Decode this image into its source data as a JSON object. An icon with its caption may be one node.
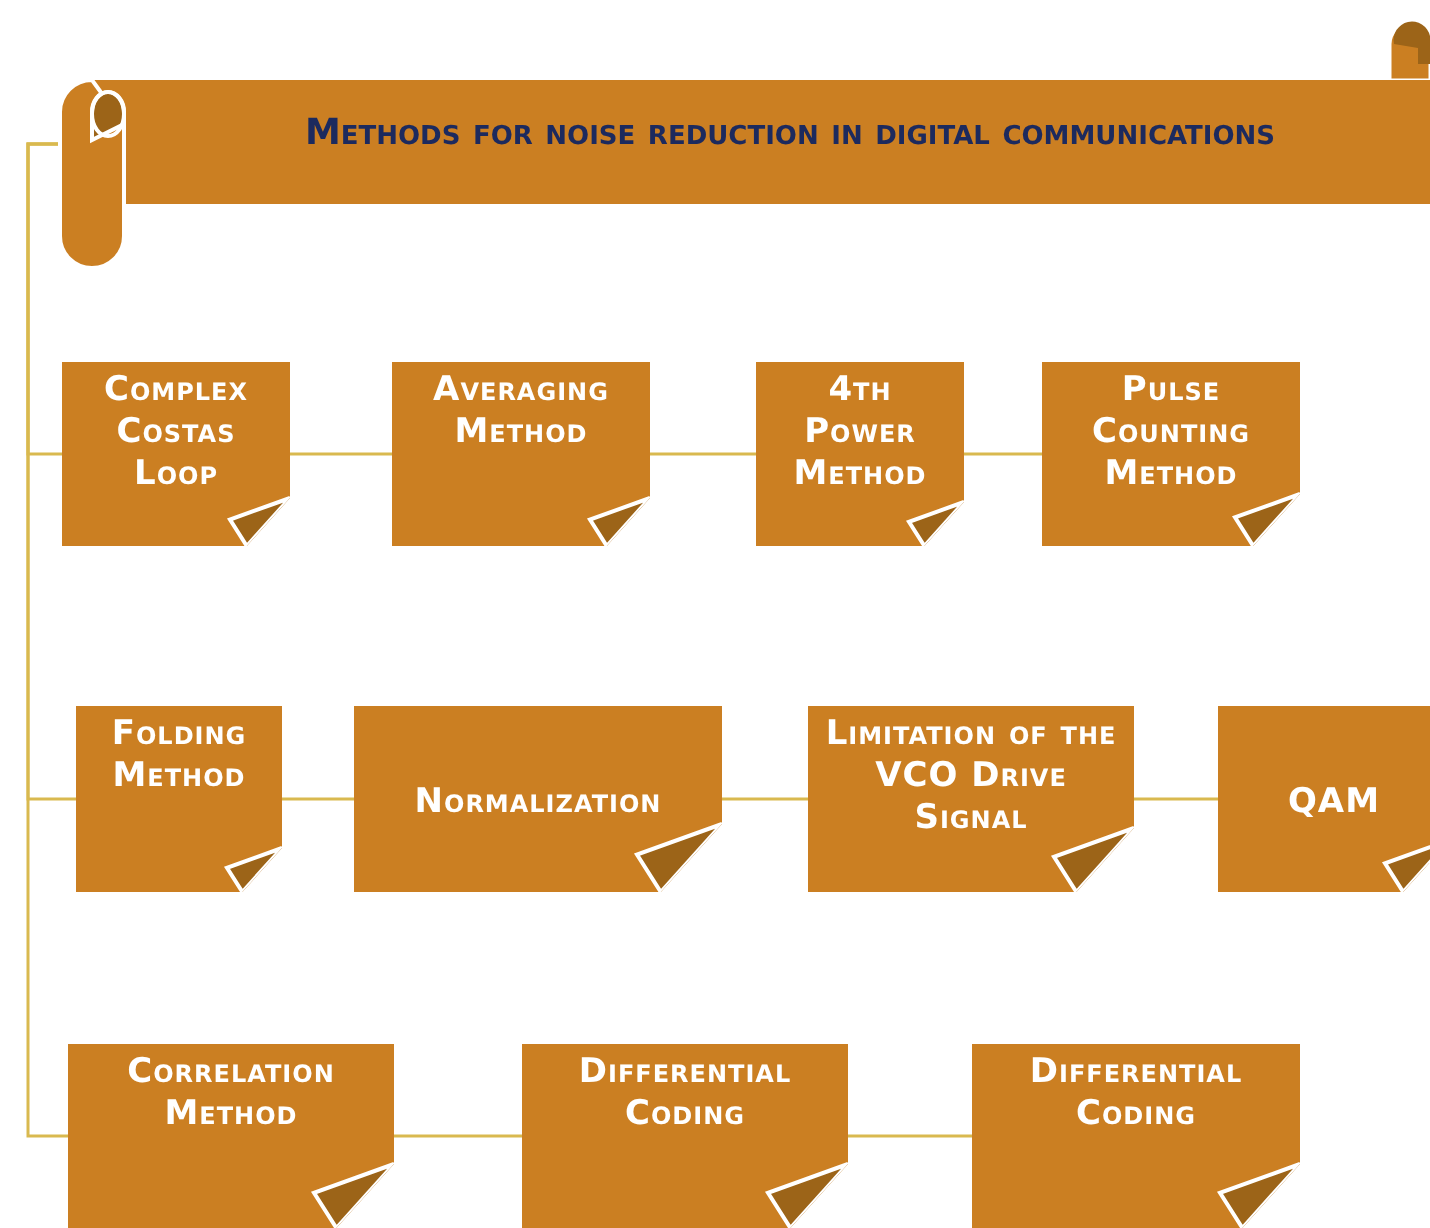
{
  "diagram": {
    "nodes": [
      {
        "text": [
          "Methods for noise reduction in digital communications"
        ]
      },
      {
        "text": [
          "Complex Costas Loop"
        ]
      },
      {
        "text": [
          "Averaging Method"
        ]
      },
      {
        "text": [
          "4th Power Method"
        ]
      },
      {
        "text": [
          "Pulse Counting Method"
        ]
      },
      {
        "text": [
          "Folding Method"
        ]
      },
      {
        "text": [
          "Normalization"
        ]
      },
      {
        "text": [
          "Limitation of the VCO Drive Signal"
        ]
      },
      {
        "text": [
          "QAM"
        ]
      },
      {
        "text": [
          "Correlation Method"
        ]
      },
      {
        "text": [
          "Differential Coding"
        ]
      },
      {
        "text": [
          "Differential Coding"
        ]
      }
    ],
    "edges": [
      {
        "from": 0,
        "to": 1,
        "arrow": "none"
      },
      {
        "from": 1,
        "to": 2,
        "arrow": "none"
      },
      {
        "from": 2,
        "to": 3,
        "arrow": "none"
      },
      {
        "from": 3,
        "to": 4,
        "arrow": "none"
      },
      {
        "from": 0,
        "to": 5,
        "arrow": "none"
      },
      {
        "from": 5,
        "to": 6,
        "arrow": "none"
      },
      {
        "from": 6,
        "to": 7,
        "arrow": "none"
      },
      {
        "from": 7,
        "to": 8,
        "arrow": "none"
      },
      {
        "from": 0,
        "to": 9,
        "arrow": "none"
      },
      {
        "from": 9,
        "to": 10,
        "arrow": "none"
      },
      {
        "from": 10,
        "to": 11,
        "arrow": "none"
      }
    ]
  }
}
